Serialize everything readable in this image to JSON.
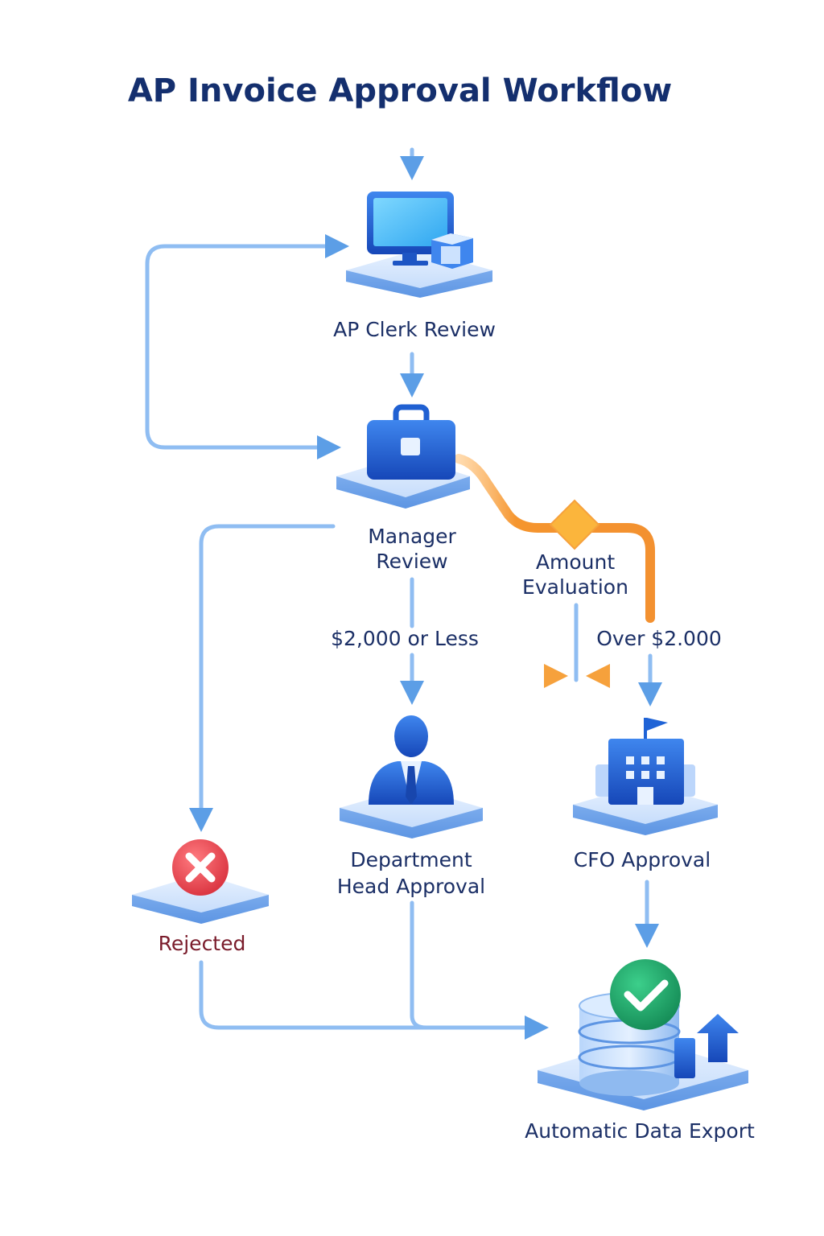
{
  "title": "AP Invoice Approval Workflow",
  "nodes": {
    "ap_clerk": {
      "label": "AP Clerk Review",
      "icon": "computer-monitor-icon"
    },
    "manager": {
      "label_line1": "Manager",
      "label_line2": "Review",
      "icon": "briefcase-icon"
    },
    "decision": {
      "label_line1": "Amount",
      "label_line2": "Evaluation",
      "icon": "decision-diamond-icon"
    },
    "dept_head": {
      "label_line1": "Department",
      "label_line2": "Head Approval",
      "icon": "businessman-icon"
    },
    "cfo": {
      "label": "CFO Approval",
      "icon": "office-building-icon"
    },
    "rejected": {
      "label": "Rejected",
      "icon": "red-x-icon"
    },
    "export": {
      "label": "Automatic Data Export",
      "icon": "database-export-icon"
    }
  },
  "edges": {
    "low_amount": "$2,000 or Less",
    "high_amount": "Over $2.000"
  },
  "colors": {
    "flow": "#8fbdf2",
    "arrow_head": "#5c9ee6",
    "decision_path": "#f5952e",
    "diamond": "#fbb53c",
    "primary": "#1f63d6",
    "reject": "#e03a45",
    "approve": "#1f9a62"
  }
}
